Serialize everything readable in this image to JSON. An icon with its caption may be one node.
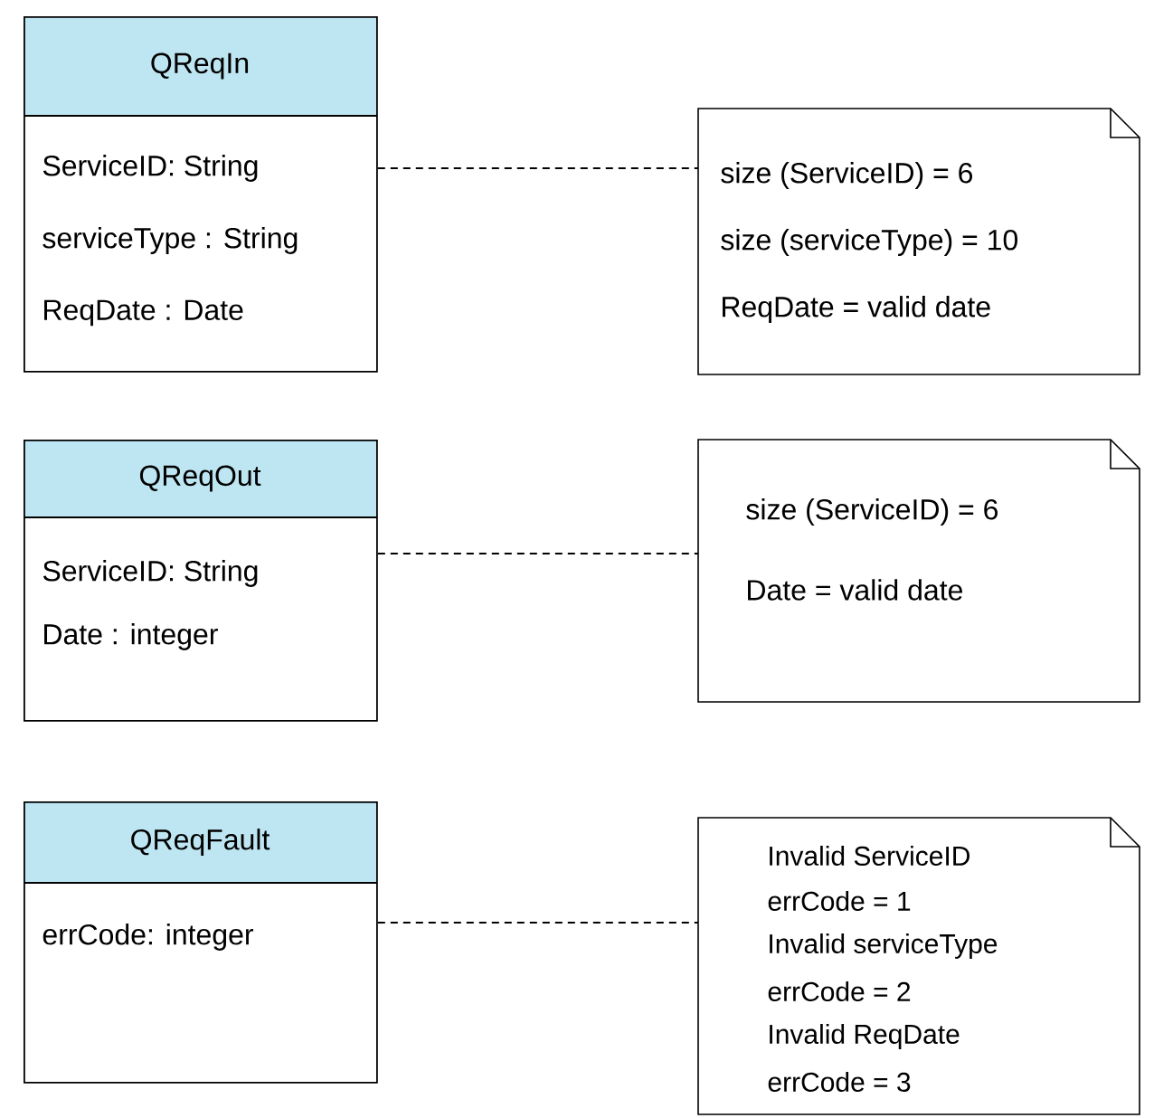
{
  "diagram": {
    "nodes": [
      {
        "text": [
          "QReqIn",
          "ServiceID: String",
          "serviceType : String",
          "ReqDate : Date"
        ]
      },
      {
        "text": [
          "QReqOut",
          "ServiceID: String",
          "Date : integer"
        ]
      },
      {
        "text": [
          "QReqFault",
          "errCode: integer"
        ]
      },
      {
        "text": [
          "size (ServiceID) = 6",
          "size (serviceType) = 10",
          "ReqDate = valid date"
        ]
      },
      {
        "text": [
          "size (ServiceID) = 6",
          "Date = valid date"
        ]
      },
      {
        "text": [
          "Invalid ServiceID",
          "errCode = 1",
          "Invalid serviceType",
          "errCode = 2",
          "Invalid ReqDate",
          "errCode = 3"
        ]
      }
    ],
    "edges": [
      {
        "from": 0,
        "to": 3,
        "arrow": "none",
        "style": "dashed"
      },
      {
        "from": 1,
        "to": 4,
        "arrow": "none",
        "style": "dashed"
      },
      {
        "from": 2,
        "to": 5,
        "arrow": "none",
        "style": "dashed"
      }
    ]
  }
}
